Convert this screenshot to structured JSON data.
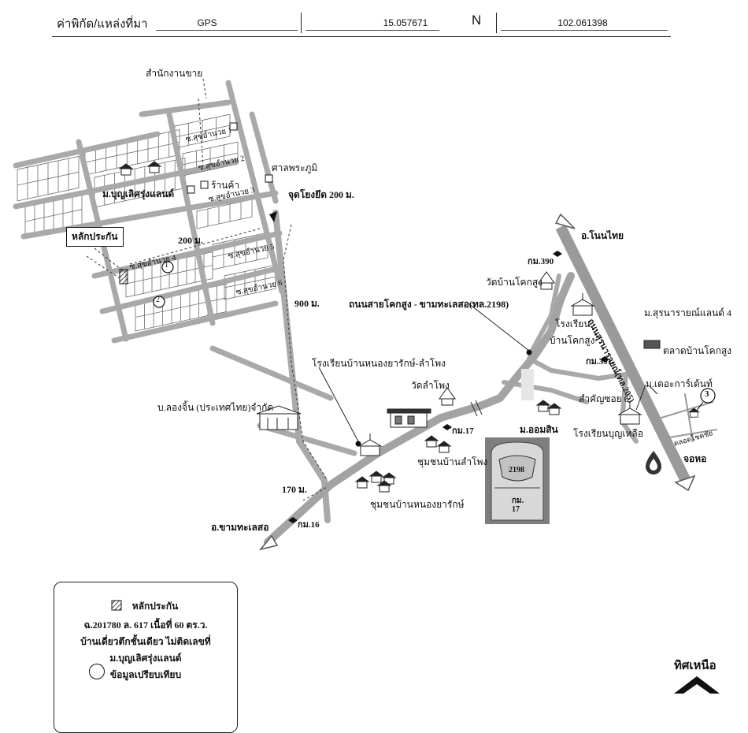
{
  "header": {
    "coord_label": "ค่าพิกัด/แหล่งที่มา",
    "source": "GPS",
    "latitude": "15.057671",
    "hemisphere": "N",
    "longitude": "102.061398"
  },
  "map": {
    "labels": {
      "sales_office": "สำนักงานขาย",
      "spirit_house": "ศาลพระภูมิ",
      "shop": "ร้านค้า",
      "village_main": "ม.บุญเลิศรุ่งแลนด์",
      "collateral": "หลักประกัน",
      "soi1": "ซ.สุขอำนวย 1",
      "soi2": "ซ.สุขอำนวย 2",
      "soi3": "ซ.สุขอำนวย 3",
      "soi4": "ซ.สุขอำนวย 4",
      "soi5": "ซ.สุขอำนวย 5",
      "soi6": "ซ.สุขอำนวย 6",
      "ref_point": "จุดโยงยึด 200 ม.",
      "dist_200": "200 ม.",
      "dist_900": "900 ม.",
      "dist_170": "170 ม.",
      "marker1": "1",
      "marker2": "2",
      "marker3": "3",
      "non_thai": "อ.โนนไทย",
      "km390": "กม.390",
      "wat_khok_sung": "วัดบ้านโคกสูง",
      "road_2198": "ถนนสายโคกสูง - ขามทะเลสอ(ทล.2198)",
      "school_khok_sung_1": "โรงเรียน",
      "school_khok_sung_2": "บ้านโคกสูง",
      "km391": "กม.391",
      "highway_205": "ถนนสุรนารายณ์(ทล.205)",
      "sura_land": "ม.สุรนารายณ์แลนด์ 4",
      "market": "ตลาดบ้านโคกสูง",
      "the_garden": "ม.เดอะการ์เด้นท์",
      "school_nong_yarak": "โรงเรียนบ้านหนองยารักษ์-ลำโพง",
      "wat_lam_phong": "วัดลำโพง",
      "samkhan_soi6": "สำคัญซอย 6",
      "school_bunluea": "โรงเรียนบุญเหลือ",
      "om_sin": "ม.ออมสิน",
      "company": "บ.ลองจิ้น (ประเทศไทย)จำกัด",
      "km17": "กม.17",
      "community_lam_phong": "ชุมชนบ้านลำโพง",
      "community_nong_yarak": "ชุมชนบ้านหนองยารักษ์",
      "kham_thale_so": "อ.ขามทะเลสอ",
      "km16": "กม.16",
      "chok_hai": "ตลอดโชคชัย",
      "cho_ho": "จอหอ",
      "stone_number": "2198",
      "stone_km": "กม.",
      "stone_km_num": "17"
    }
  },
  "legend": {
    "collateral": "หลักประกัน",
    "deed": "ฉ.201780 ล. 617 เนื้อที่ 60 ตร.ว.",
    "description": "บ้านเดี่ยวตึกชั้นเดียว ไม่ติดเลขที่",
    "village": "ม.บุญเลิศรุ่งแลนด์",
    "comparison": "ข้อมูลเปรียบเทียบ"
  },
  "north": {
    "label": "ทิศเหนือ"
  },
  "colors": {
    "road": "#a9a9a9",
    "road_dark": "#8c8c8c",
    "grid": "#6b6b6b",
    "ink": "#111111"
  }
}
